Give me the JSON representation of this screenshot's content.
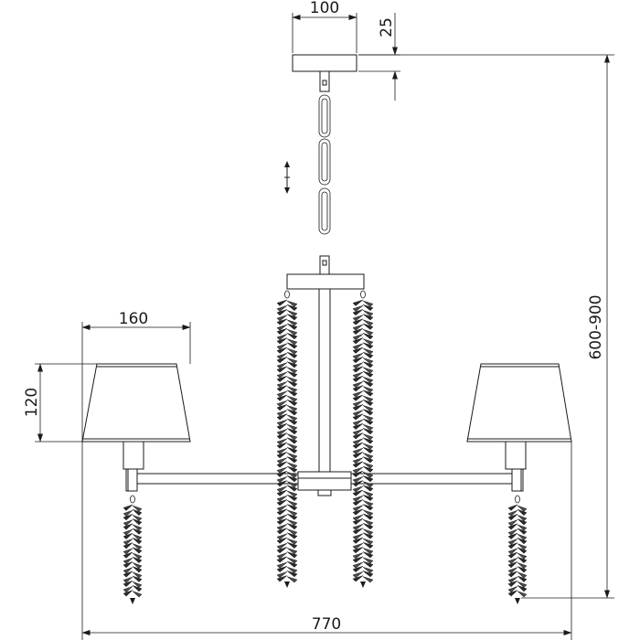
{
  "dimensions": {
    "canopy_width": "100",
    "canopy_height": "25",
    "shade_width": "160",
    "shade_height": "120",
    "overall_height": "600-900",
    "overall_width": "770"
  }
}
